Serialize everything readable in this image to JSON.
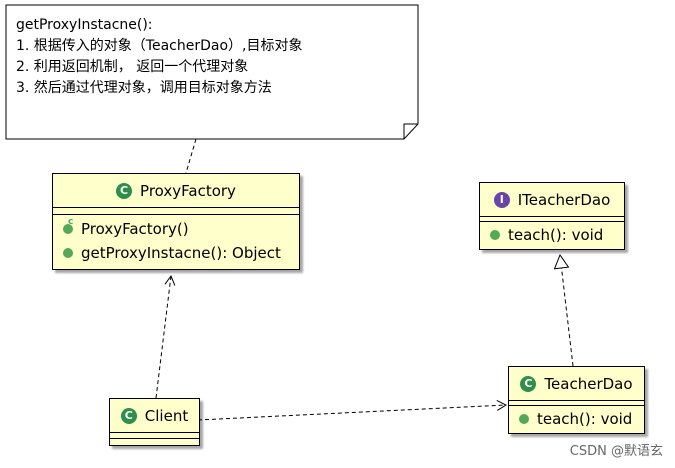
{
  "note": {
    "lines": [
      "getProxyInstacne():",
      "1. 根据传入的对象（TeacherDao）,目标对象",
      "2. 利用返回机制， 返回一个代理对象",
      "3. 然后通过代理对象，调用目标对象方法"
    ]
  },
  "classes": {
    "proxy_factory": {
      "name": "ProxyFactory",
      "icon": "C",
      "ops": [
        "ProxyFactory()",
        "getProxyInstacne(): Object"
      ]
    },
    "iteacher_dao": {
      "name": "ITeacherDao",
      "icon": "I",
      "ops": [
        "teach(): void"
      ]
    },
    "teacher_dao": {
      "name": "TeacherDao",
      "icon": "C",
      "ops": [
        "teach(): void"
      ]
    },
    "client": {
      "name": "Client",
      "icon": "C"
    }
  },
  "constructor_marker": "c",
  "watermark": "CSDN @默语玄"
}
